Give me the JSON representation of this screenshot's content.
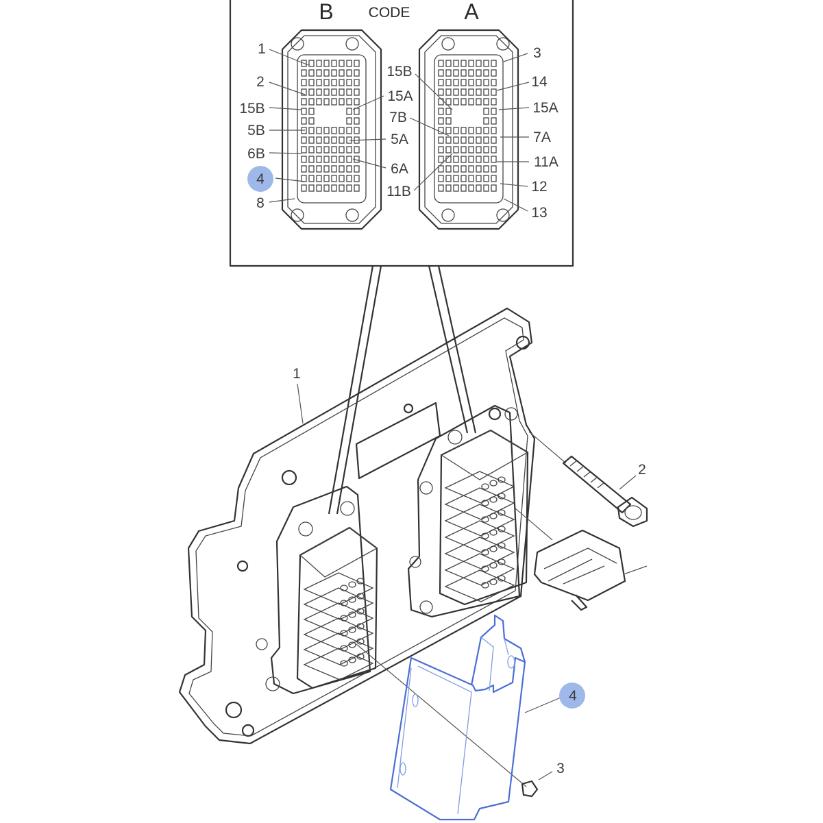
{
  "inset": {
    "header_left": "B",
    "header_code": "CODE",
    "header_right": "A",
    "left_connector_labels": {
      "left_side": [
        "1",
        "2",
        "15B",
        "5B",
        "6B",
        "4",
        "8"
      ],
      "right_side": [
        "15A",
        "5A",
        "6A"
      ]
    },
    "right_connector_labels": {
      "left_side": [
        "15B",
        "7B",
        "11B"
      ],
      "right_side": [
        "3",
        "14",
        "15A",
        "7A",
        "11A",
        "12",
        "13"
      ]
    },
    "highlighted_callout": "4"
  },
  "main": {
    "callouts": {
      "ecu": "1",
      "bolt": "2",
      "screw": "3",
      "bracket": "4"
    },
    "highlighted_callout": "4"
  },
  "colors": {
    "highlight": "#4a6fd6",
    "highlight_badge": "#9fb8ea",
    "line": "#333333"
  }
}
